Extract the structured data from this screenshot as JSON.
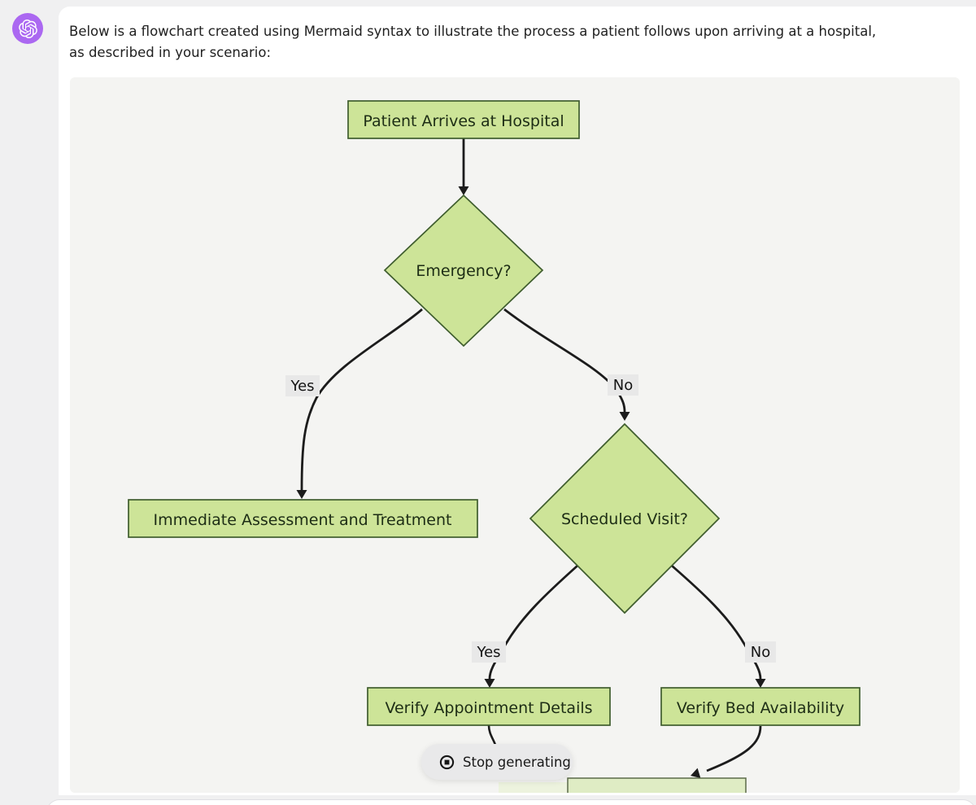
{
  "message": {
    "avatar_icon": "openai-logo-icon",
    "line1": "Below is a flowchart created using Mermaid syntax to illustrate the process a patient follows upon arriving at a hospital,",
    "line2": "as described in your scenario:"
  },
  "flowchart": {
    "type": "flowchart",
    "nodes": [
      {
        "id": "A",
        "label": "Patient Arrives at Hospital",
        "shape": "rect"
      },
      {
        "id": "B",
        "label": "Emergency?",
        "shape": "diamond"
      },
      {
        "id": "C",
        "label": "Immediate Assessment and Treatment",
        "shape": "rect"
      },
      {
        "id": "D",
        "label": "Scheduled Visit?",
        "shape": "diamond"
      },
      {
        "id": "E",
        "label": "Verify Appointment Details",
        "shape": "rect"
      },
      {
        "id": "F",
        "label": "Verify Bed Availability",
        "shape": "rect"
      },
      {
        "id": "G",
        "label": "",
        "shape": "rect-partial-rendering"
      }
    ],
    "edges": [
      {
        "from": "A",
        "to": "B",
        "label": ""
      },
      {
        "from": "B",
        "to": "C",
        "label": "Yes"
      },
      {
        "from": "B",
        "to": "D",
        "label": "No"
      },
      {
        "from": "D",
        "to": "E",
        "label": "Yes"
      },
      {
        "from": "D",
        "to": "F",
        "label": "No"
      },
      {
        "from": "E",
        "to": "G",
        "label": ""
      },
      {
        "from": "F",
        "to": "G",
        "label": ""
      }
    ]
  },
  "stop_button": {
    "icon": "stop-icon",
    "label": "Stop generating"
  },
  "theme": {
    "page-bg": "#f0f0f1",
    "card-bg": "#ffffff",
    "panel-bg": "#f4f4f2",
    "node-fill": "#cde498",
    "node-stroke": "#3f5d2e",
    "node-text": "#1d2d15",
    "edge-color": "#1c1c1c",
    "edge-label-bg": "#e8e8e8",
    "edge-label-text": "#141414",
    "avatar-bg": "#ab68f1",
    "pill-bg": "#e9e9ea",
    "pill-text": "#1a1a1a",
    "text-color": "#212121",
    "input-bg": "#ffffff",
    "input-border": "#e0e0e4",
    "partial-fill": "#dfecc4",
    "partial-fill-pale": "#edf3de",
    "partial-stroke": "#5c6b4a"
  }
}
